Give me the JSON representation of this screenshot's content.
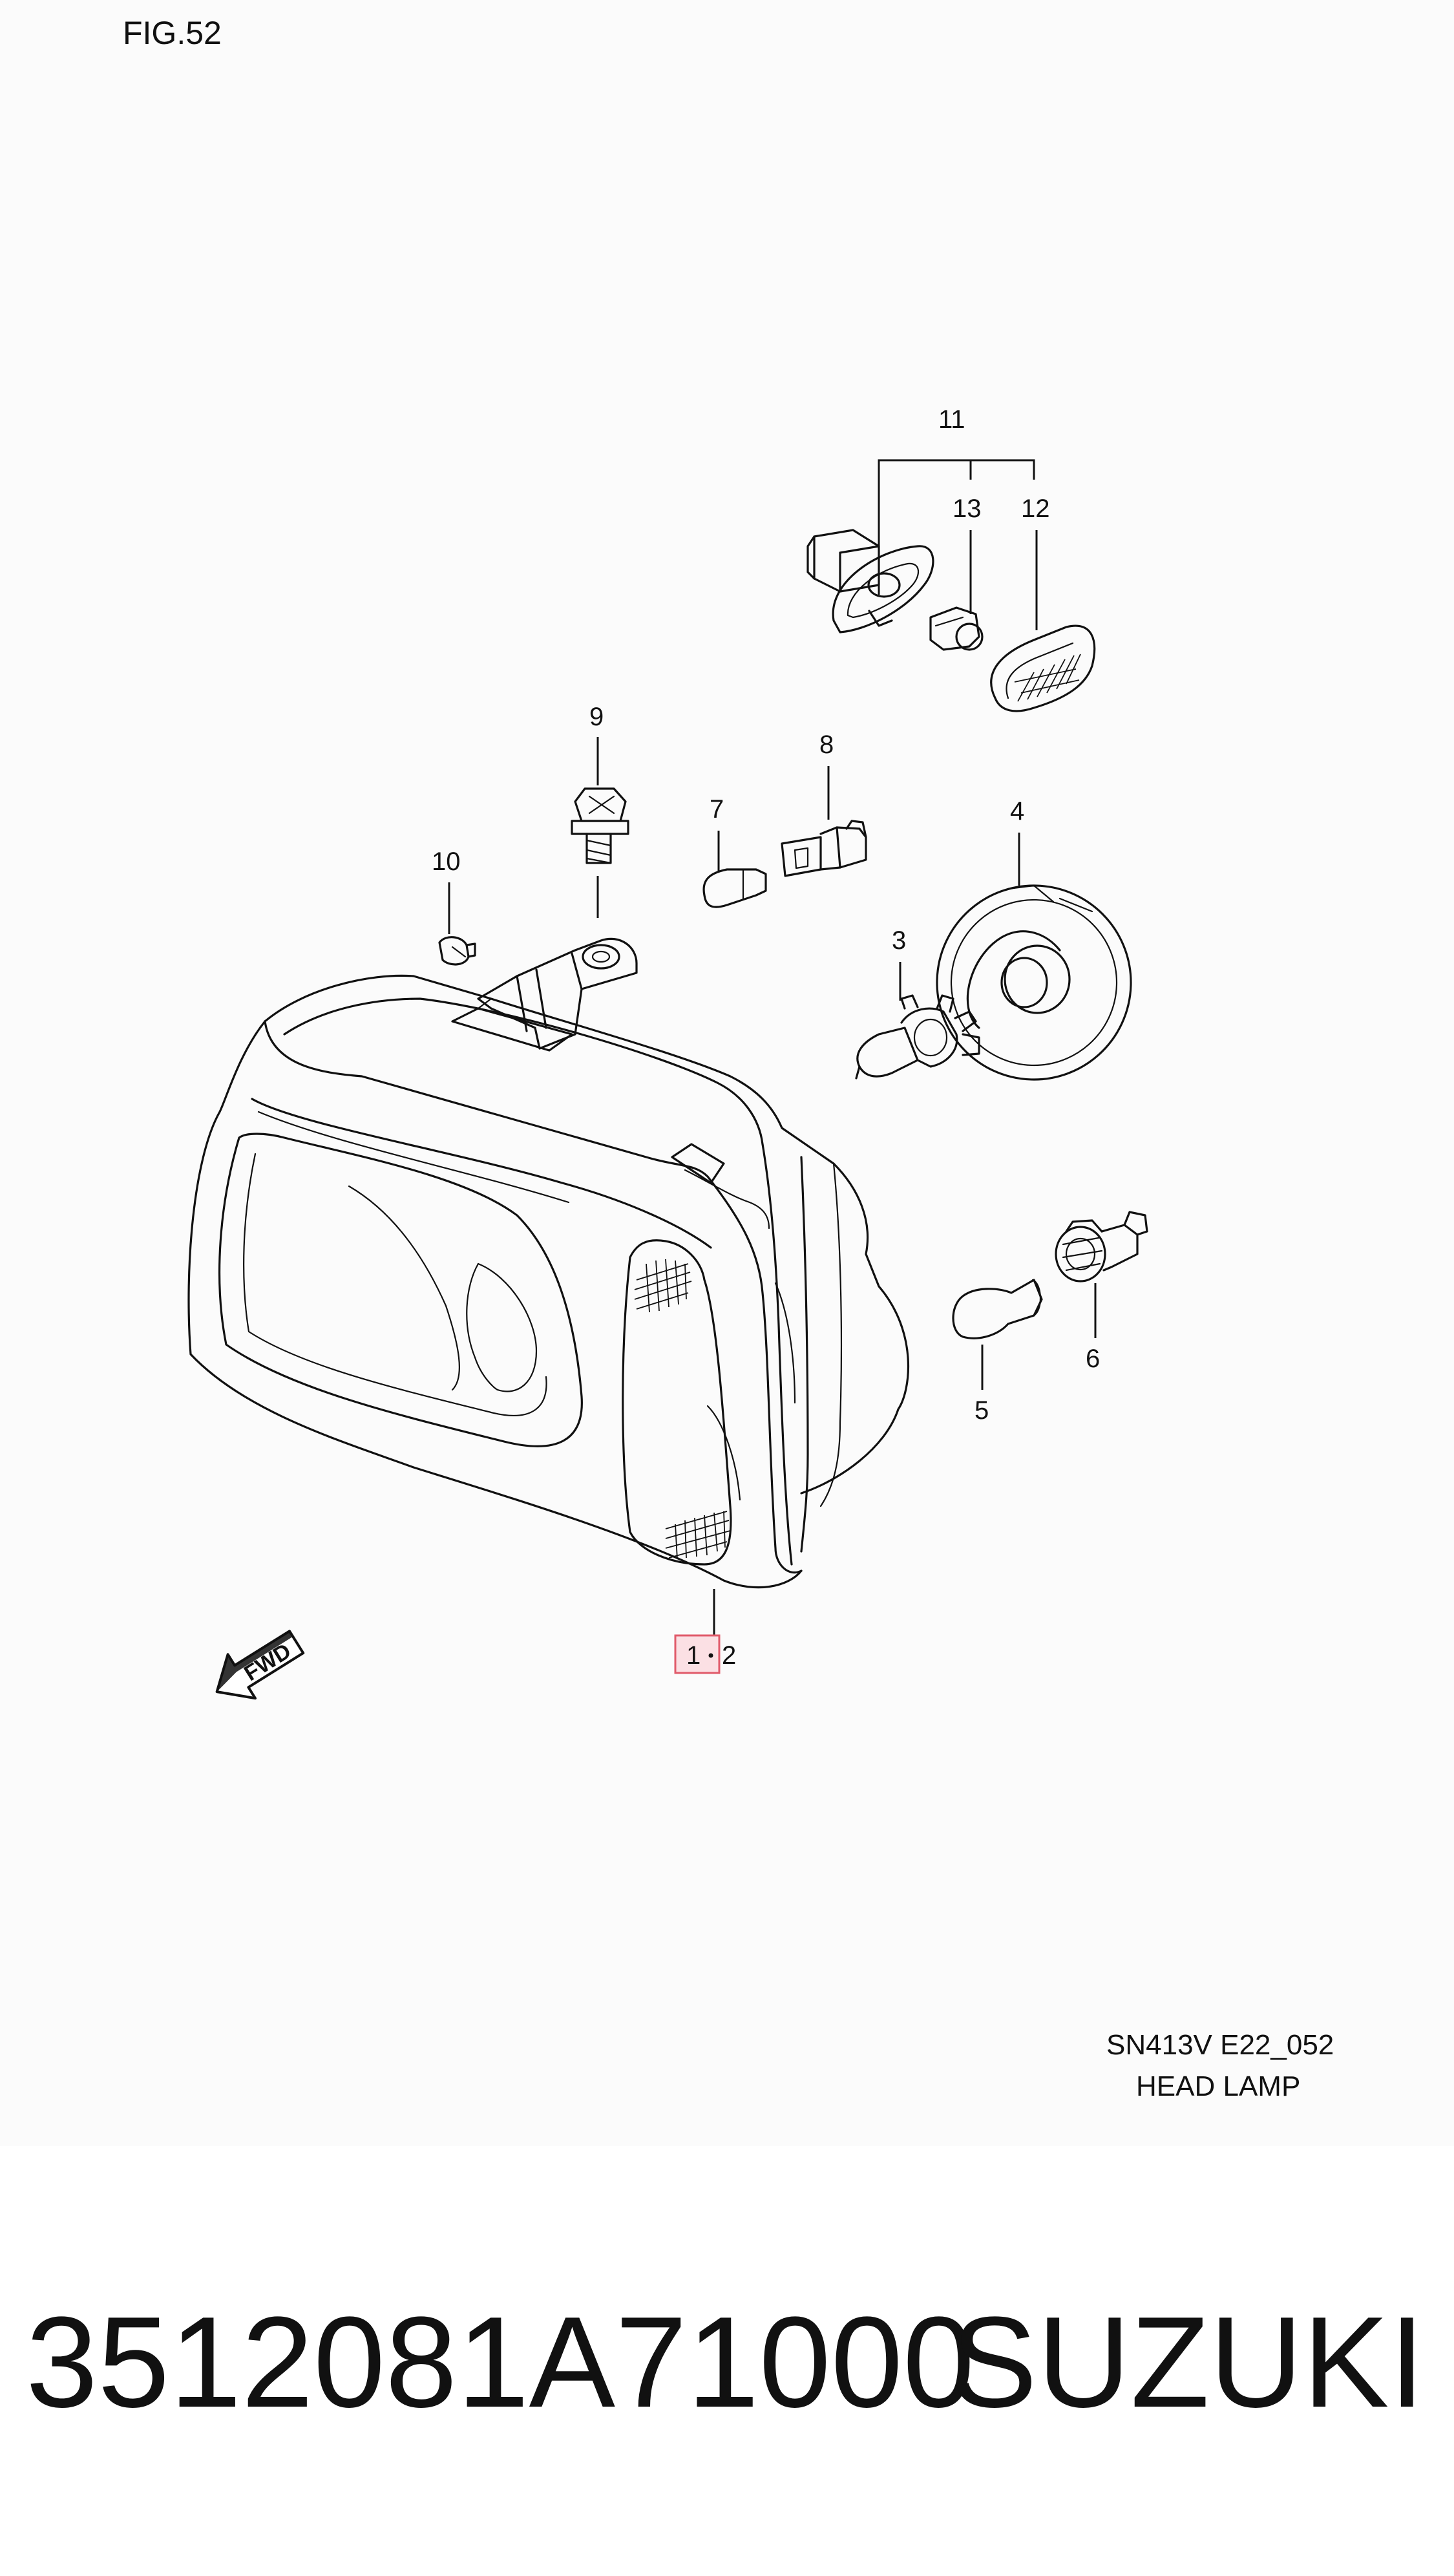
{
  "figure": {
    "title": "FIG.52"
  },
  "callouts": {
    "c1": "1",
    "c2": "2",
    "c3": "3",
    "c4": "4",
    "c5": "5",
    "c6": "6",
    "c7": "7",
    "c8": "8",
    "c9": "9",
    "c10": "10",
    "c11": "11",
    "c12": "12",
    "c13": "13"
  },
  "highlight": {
    "part_ref": "1",
    "color": "#e05a6a"
  },
  "direction_badge": "FWD",
  "caption": {
    "code": "SN413V E22_052",
    "name": "HEAD LAMP"
  },
  "footer": {
    "part_number": "3512081A71000",
    "brand": "SUZUKI"
  }
}
